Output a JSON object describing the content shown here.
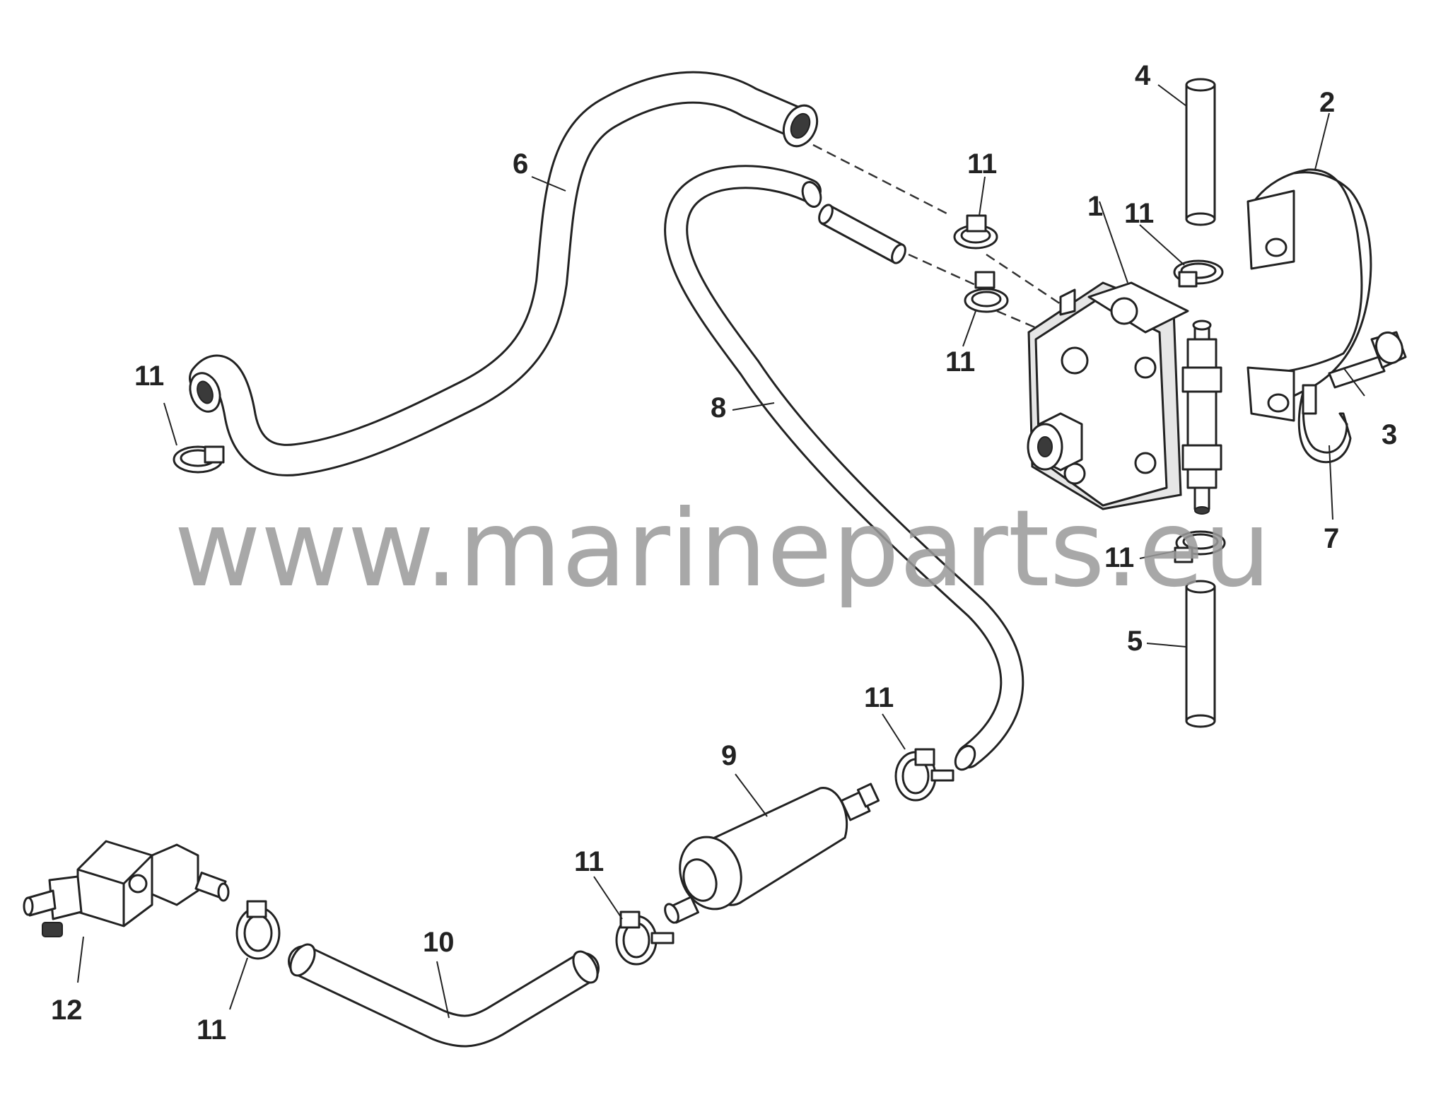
{
  "watermark": "www.marineparts.eu",
  "callouts": {
    "c1": "1",
    "c2": "2",
    "c3": "3",
    "c4": "4",
    "c5": "5",
    "c6": "6",
    "c7": "7",
    "c8": "8",
    "c9": "9",
    "c10": "10",
    "c11": "11",
    "c12": "12"
  },
  "colors": {
    "line": "#222222",
    "watermark": "#9a9a9a",
    "background": "#ffffff"
  }
}
